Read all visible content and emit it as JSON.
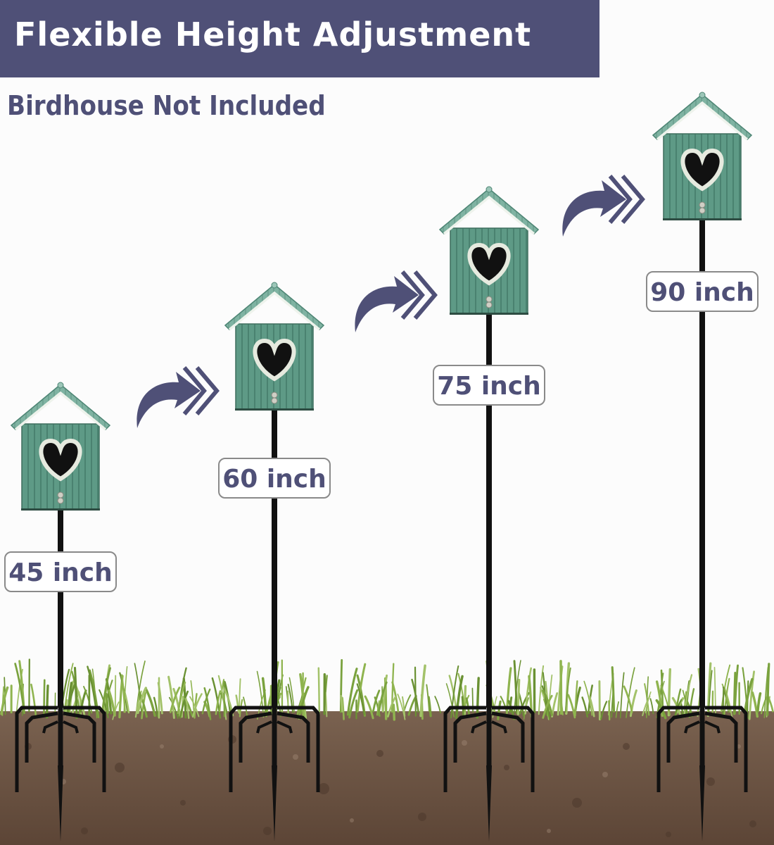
{
  "header": {
    "title": "Flexible Height Adjustment"
  },
  "subtitle": "Birdhouse Not Included",
  "stands": [
    {
      "height_label": "45 inch"
    },
    {
      "height_label": "60 inch"
    },
    {
      "height_label": "75 inch"
    },
    {
      "height_label": "90 inch"
    }
  ],
  "icons": {
    "birdhouse": "birdhouse-icon",
    "arrow": "curved-arrow-icon",
    "chevron": "double-chevron-icon",
    "pole": "garden-pole",
    "stake": "five-prong-stake"
  },
  "colors": {
    "header_bg": "#4f5077",
    "header_text": "#ffffff",
    "accent": "#4f5077",
    "birdhouse_wall": "#5e9a86",
    "birdhouse_roof": "#7fb3a2",
    "pole": "#111111",
    "soil": "#6b5444",
    "grass": "#7aa23e"
  }
}
